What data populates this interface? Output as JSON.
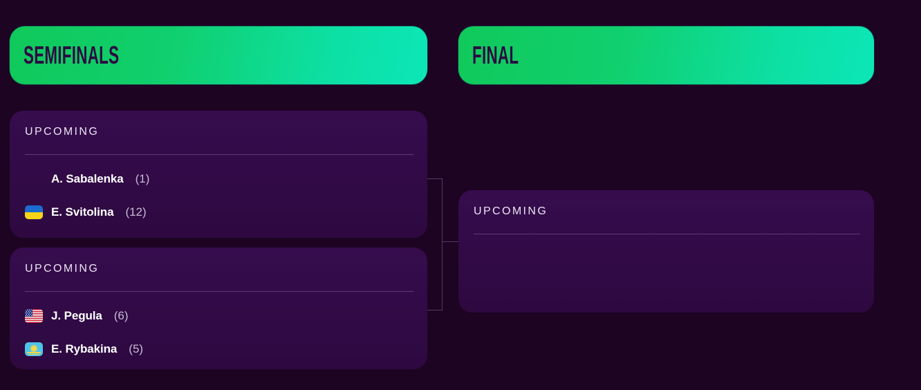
{
  "background_color": "#1d0422",
  "accent": {
    "gradient_start": "#10c95b",
    "gradient_end": "#0ce7b8",
    "header_text_color": "#2c0b42",
    "card_color": "#330a4a",
    "connector_color": "#55386b"
  },
  "rounds": [
    {
      "name": "semifinals",
      "header_label": "SEMIFINALS",
      "matches": [
        {
          "status": "UPCOMING",
          "players": [
            {
              "flag": "none",
              "name": "A. Sabalenka",
              "seed": "(1)"
            },
            {
              "flag": "ukraine-flag",
              "name": "E. Svitolina",
              "seed": "(12)"
            }
          ]
        },
        {
          "status": "UPCOMING",
          "players": [
            {
              "flag": "usa-flag",
              "name": "J. Pegula",
              "seed": "(6)"
            },
            {
              "flag": "kazakhstan-flag",
              "name": "E. Rybakina",
              "seed": "(5)"
            }
          ]
        }
      ]
    },
    {
      "name": "final",
      "header_label": "FINAL",
      "matches": [
        {
          "status": "UPCOMING",
          "players": []
        }
      ]
    }
  ]
}
